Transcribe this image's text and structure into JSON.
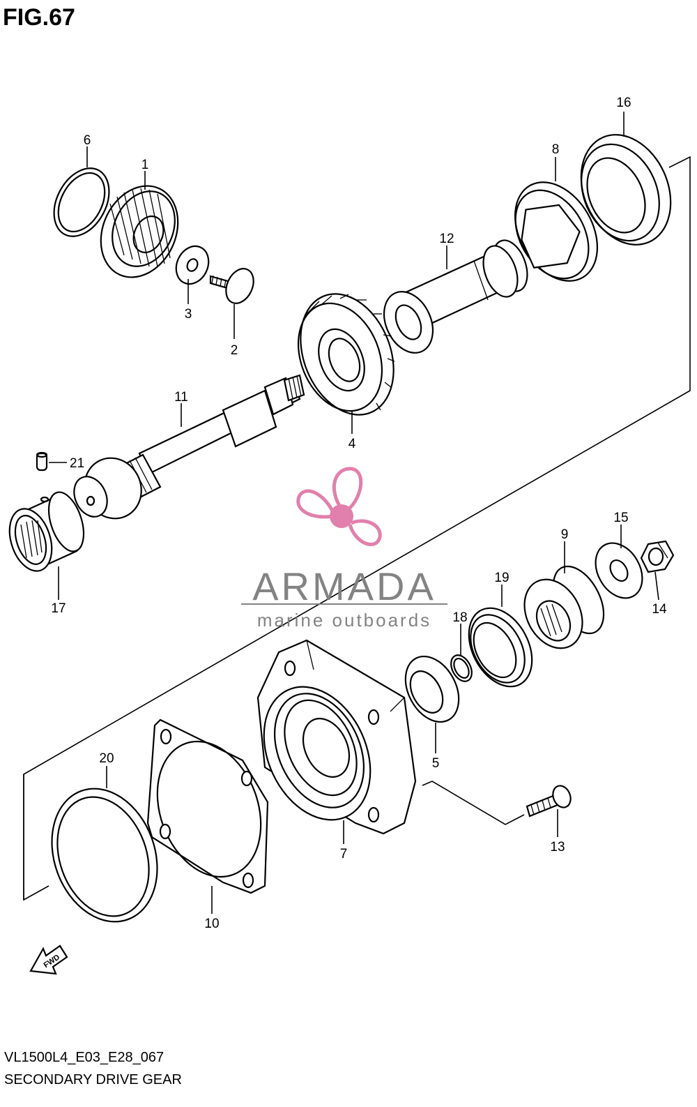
{
  "figure": {
    "title": "FIG.67",
    "code": "VL1500L4_E03_E28_067",
    "name": "SECONDARY DRIVE GEAR"
  },
  "watermark": {
    "brand": "ARMADA",
    "tagline": "marine outboards",
    "logo_color": "#e07aa8",
    "text_color": "#7d7d7d"
  },
  "fwd_label": "FWD",
  "callouts": {
    "p1": "1",
    "p2": "2",
    "p3": "3",
    "p4": "4",
    "p5": "5",
    "p6": "6",
    "p7": "7",
    "p8": "8",
    "p9": "9",
    "p10": "10",
    "p11": "11",
    "p12": "12",
    "p13": "13",
    "p14": "14",
    "p15": "15",
    "p16": "16",
    "p17": "17",
    "p18": "18",
    "p19": "19",
    "p20": "20",
    "p21": "21"
  }
}
